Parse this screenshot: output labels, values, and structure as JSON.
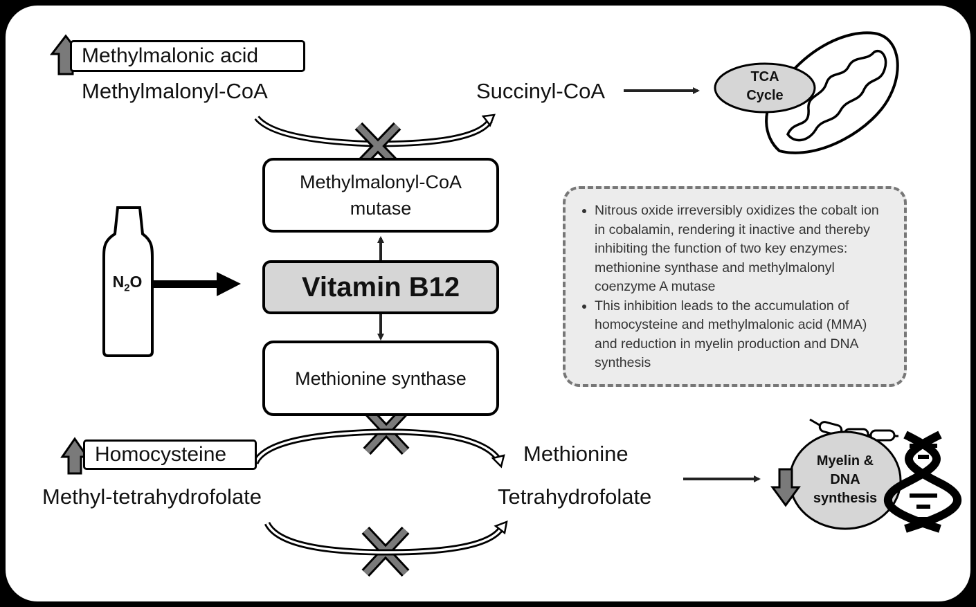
{
  "labels": {
    "methylmalonic_acid": "Methylmalonic acid",
    "methylmalonyl_coa": "Methylmalonyl-CoA",
    "succinyl_coa": "Succinyl-CoA",
    "tca_line1": "TCA",
    "tca_line2": "Cycle",
    "mutase_line1": "Methylmalonyl-CoA",
    "mutase_line2": "mutase",
    "vitamin_b12": "Vitamin B12",
    "n2o_n": "N",
    "n2o_sub": "2",
    "n2o_o": "O",
    "methionine_synthase": "Methionine synthase",
    "homocysteine": "Homocysteine",
    "methionine": "Methionine",
    "methyl_thf": "Methyl-tetrahydrofolate",
    "thf": "Tetrahydrofolate",
    "myelin_line1": "Myelin &",
    "myelin_line2": "DNA",
    "myelin_line3": "synthesis"
  },
  "notes": [
    "Nitrous oxide irreversibly oxidizes the cobalt ion in cobalamin, rendering it inactive and thereby inhibiting the function of two key enzymes: methionine synthase and methylmalonyl coenzyme A mutase",
    "This inhibition leads to the accumulation of homocysteine and methylmalonic acid (MMA) and reduction in myelin production and DNA synthesis"
  ],
  "colors": {
    "background": "#000000",
    "canvas": "#ffffff",
    "box_fill": "#d6d6d6",
    "arrow_gray": "#7a7a7a",
    "note_fill": "#ececec",
    "note_border": "#777777"
  },
  "icons": [
    "up-arrow-icon",
    "down-arrow-icon",
    "x-mark-icon",
    "mitochondrion-icon",
    "gas-cylinder-icon",
    "dna-helix-icon",
    "neuron-icon"
  ]
}
